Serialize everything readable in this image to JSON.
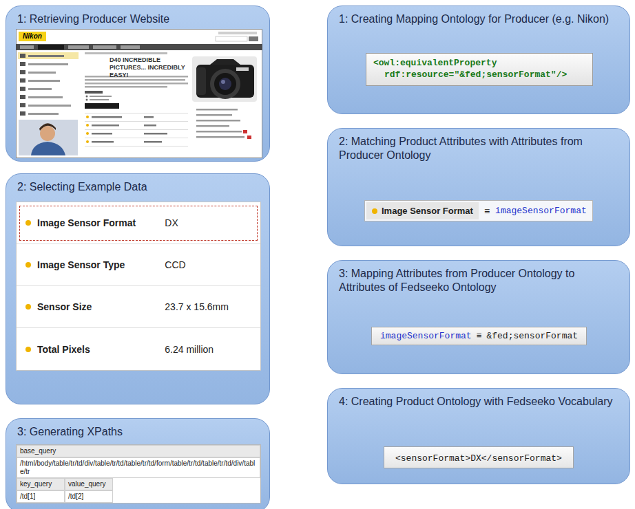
{
  "diagram": {
    "nodes": [
      {
        "text": [
          "1: Retrieving Producer Website"
        ]
      },
      {
        "text": [
          "2: Selecting Example Data"
        ]
      },
      {
        "text": [
          "Image Sensor Format",
          "DX",
          "Image Sensor Type",
          "CCD",
          "Sensor Size",
          "23.7 x 15.6mm",
          "Total Pixels",
          "6.24 million"
        ],
        "in": 1
      },
      {
        "text": [
          "3: Generating XPaths"
        ]
      },
      {
        "text": [
          "base_query",
          "/html/body/table/tr/td/div/table/tr/td/table/tr/td/form/table/tr/td/table/tr/td/div/table/tr",
          "key_query",
          "value_query",
          "/td[1]",
          "/td[2]"
        ],
        "in": 3
      },
      {
        "text": [
          "1: Creating Mapping Ontology for Producer (e.g. Nikon)"
        ]
      },
      {
        "text": [
          "<owl:equivalentProperty rdf:resource=\"&fed;sensorFormat\"/>"
        ],
        "in": 5
      },
      {
        "text": [
          "2: Matching Product Attributes with Attributes from Producer Ontology"
        ]
      },
      {
        "text": [
          "Image Sensor Format",
          "≡",
          "imageSensorFormat"
        ],
        "in": 7
      },
      {
        "text": [
          "3: Mapping Attributes from Producer Ontology to Attributes of Fedseeko Ontology"
        ]
      },
      {
        "text": [
          "imageSensorFormat",
          "≡",
          "&fed;sensorFormat"
        ],
        "in": 9
      },
      {
        "text": [
          "4: Creating Product Ontology with Fedseeko Vocabulary"
        ]
      },
      {
        "text": [
          "<sensorFormat>DX</sensorFormat>"
        ],
        "in": 11
      }
    ],
    "edges": [
      {
        "from": 0,
        "to": 1,
        "arrow": "to"
      },
      {
        "from": 1,
        "to": 3,
        "arrow": "to"
      },
      {
        "from": 5,
        "to": 7,
        "arrow": "to"
      },
      {
        "from": 7,
        "to": 9,
        "arrow": "to"
      },
      {
        "from": 9,
        "to": 11,
        "arrow": "to"
      }
    ],
    "labels": [
      "Nikon",
      "D40 INCREDIBLE PICTURES... INCREDIBLY EASY!"
    ]
  }
}
